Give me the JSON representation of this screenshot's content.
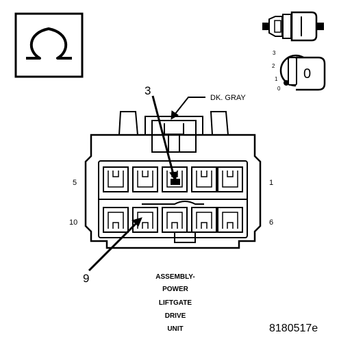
{
  "diagram": {
    "callout_left_top": "3",
    "callout_left_bottom": "9",
    "wire_color_label": "DK. GRAY",
    "row_top_left_pin": "5",
    "row_top_right_pin": "1",
    "row_bottom_left_pin": "10",
    "row_bottom_right_pin": "6",
    "caption_lines": [
      "ASSEMBLY-",
      "POWER",
      "LIFTGATE",
      "DRIVE",
      "UNIT"
    ],
    "figure_id": "8180517e",
    "ignition_key": {
      "label": "0",
      "positions": [
        "3",
        "2",
        "1",
        "0"
      ]
    },
    "symbol": "omega-resistance-icon"
  },
  "colors": {
    "ink": "#000000",
    "background": "#ffffff"
  }
}
